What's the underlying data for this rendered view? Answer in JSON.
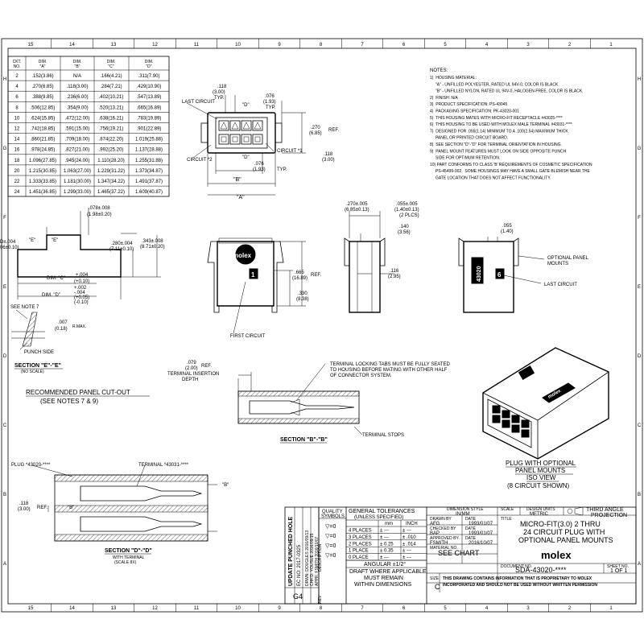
{
  "border": {
    "top_zones": [
      "15",
      "14",
      "13",
      "12",
      "11",
      "10",
      "9",
      "8",
      "7",
      "6",
      "5",
      "4",
      "3",
      "2",
      "1"
    ],
    "bottom_zones": [
      "15",
      "14",
      "13",
      "12",
      "11",
      "10",
      "9",
      "8",
      "7",
      "6",
      "5",
      "4",
      "3",
      "2",
      "1"
    ],
    "right_rows": [
      "H",
      "G",
      "F",
      "E",
      "D",
      "C",
      "B",
      "A"
    ],
    "left_rows": [
      "H",
      "G",
      "F",
      "E",
      "D",
      "C",
      "B",
      "A"
    ]
  },
  "ckt_table": {
    "headers": [
      "CKT. NO.",
      "DIM. \"A\"",
      "DIM. \"B\"",
      "DIM. \"C\"",
      "DIM. \"D\""
    ],
    "rows": [
      [
        "2",
        ".152(3.86)",
        "N/A",
        ".166(4.21)",
        ".311(7.90)"
      ],
      [
        "4",
        ".270(6.85)",
        ".118(3.00)",
        ".284(7.21)",
        ".429(10.90)"
      ],
      [
        "6",
        ".388(9.85)",
        ".236(6.00)",
        ".402(10.21)",
        ".547(13.89)"
      ],
      [
        "8",
        ".506(12.85)",
        ".354(9.00)",
        ".520(13.21)",
        ".665(16.89)"
      ],
      [
        "10",
        ".624(15.85)",
        ".472(12.00)",
        ".638(16.21)",
        ".783(19.89)"
      ],
      [
        "12",
        ".742(18.85)",
        ".591(15.00)",
        ".756(19.21)",
        ".901(22.89)"
      ],
      [
        "14",
        ".860(21.85)",
        ".709(18.00)",
        ".874(22.20)",
        "1.019(25.88)"
      ],
      [
        "16",
        ".978(24.85)",
        ".827(21.00)",
        ".992(25.20)",
        "1.137(28.88)"
      ],
      [
        "18",
        "1.096(27.85)",
        ".945(24.00)",
        "1.110(28.20)",
        "1.255(31.88)"
      ],
      [
        "20",
        "1.215(30.85)",
        "1.063(27.00)",
        "1.229(31.22)",
        "1.373(34.87)"
      ],
      [
        "22",
        "1.333(33.85)",
        "1.181(30.00)",
        "1.347(34.22)",
        "1.491(37.87)"
      ],
      [
        "24",
        "1.451(36.85)",
        "1.299(33.00)",
        "1.465(37.22)",
        "1.609(40.87)"
      ]
    ]
  },
  "notes": {
    "title": "NOTES:",
    "lines": [
      "1)  HOUSING MATERIAL:",
      "     \"A\" - UNFILLED POLYESTER, RATED UL 94V-0, COLOR IS BLACK.",
      "     \"B\" - UNFILLED NYLON, RATED UL 94V-0, HALOGEN-FREE, COLOR IS BLACK.",
      "2)  FINISH: N/A",
      "3)  PRODUCT SPECIFICATION: PS-43045",
      "4)  PACKAGING SPECIFICATION: PK-43020-001",
      "5)  THIS HOUSING MATES WITH MICRO-FIT RECEPTACLE #43025-****",
      "6)  THIS HOUSING TO BE USED WITH MOLEX MALE TERMINAL #43031-****",
      "7)  DESIGNED FOR .055(1.14) MINIMUM TO A .100(2.54) MAXIMUM THICK",
      "     PANEL OR PRINTED CIRCUIT BOARD.",
      "8)  SEE SECTION \"D\"-\"D\" FOR TERMINAL ORIENTATION IN HOUSING.",
      "9)  PANEL MOUNT FEATURES MUST LOOK ON SIDE OPPOSITE PUNCH",
      "     SIDE FOR OPTIMUM RETENTION.",
      "10) PART CONFORMS TO CLASS 'B' REQUIREMENTS OF COSMETIC SPECIFICATION",
      "     PS-45499-002.  SOME HOUSINGS MAY HAVE A SMALL GATE BLEMISH NEAR THE",
      "     GATE LOCATION THAT DOES NOT AFFECT FUNCTIONALITY."
    ]
  },
  "top_view": {
    "dim_118_top": ".118",
    "dim_118_top_mm": "(3.00)",
    "typ": "TYP.",
    "last_circuit": "LAST CIRCUIT",
    "label_d": "\"D\"",
    "dim_076": ".076",
    "dim_076_mm": "(1.93)",
    "dim_270": ".270",
    "dim_270_mm": "(6.85)",
    "ref": "REF.",
    "circuit_2": "CIRCUIT *2",
    "circuit_1": "CIRCUIT *1",
    "dim_118_r": ".118",
    "dim_118_r_mm": "(3.00)",
    "dim_076b": ".076",
    "dim_076b_mm": "(1.93)",
    "typ2": "TYP.",
    "label_b": "\"B\"",
    "label_a": "\"A\""
  },
  "panel_cutout": {
    "dim_078": ".078±.008",
    "dim_078_mm": "(1.98±0.20)",
    "dim_left": "D±.004",
    "dim_left_mm": "06±0.10)",
    "label_e1": "\"E\"",
    "label_e2": "\"E\"",
    "dim_280": ".280±.004",
    "dim_280_mm": "(7.11±0.10)",
    "dim_343": ".343±.008",
    "dim_343_mm": "(8.71±0.20)",
    "dim_c": "DIM. \"C\" ",
    "dim_c_tol": "+.004",
    "dim_c_tol_mm": "(+0.10)",
    "dim_d": "DIM. \"D\" ",
    "dim_d_tol1": "+.002",
    "dim_d_tol2": "-.004",
    "dim_d_tol3": "(+0.05)",
    "dim_d_tol4": "(-0.10)",
    "see_note_7": "SEE NOTE 7",
    "dim_007": ".007",
    "dim_007_mm": "(0.18)",
    "rmax": "R.MAX.",
    "punch_side": "PUNCH SIDE",
    "section_ee": "SECTION \"E\"-\"E\"",
    "section_ee_scale": "(NO SCALE)",
    "cutout_title": "RECOMMENDED PANEL CUT-OUT",
    "cutout_sub": "(SEE NOTES 7 & 9)"
  },
  "front_view": {
    "dim_270": ".270±.005",
    "dim_270_mm": "(6.85±0.13)",
    "dim_665": ".665",
    "dim_665_mm": "(16.89)",
    "ref": "REF.",
    "dim_330": ".330",
    "dim_330_mm": "(8.38)",
    "brand": "molex",
    "circuit_num": "1",
    "first_circuit": "FIRST CIRCUIT"
  },
  "side_view": {
    "dim_055": ".055±.005",
    "dim_055_mm": "(1.40±0.13)",
    "plcs": "(2 PLCS)",
    "dim_140": ".140",
    "dim_140_mm": "(3.56)",
    "dim_116": ".116",
    "dim_116_mm": "(2.95)"
  },
  "back_view": {
    "dim_055": ".055",
    "dim_055_mm": "(1.40)",
    "part_text": "43020",
    "circuit_num": "6",
    "optional_panel": "OPTIONAL PANEL",
    "mounts": "MOUNTS",
    "last_circuit": "LAST CIRCUIT"
  },
  "section_bb": {
    "dim_079": ".079",
    "dim_079_mm": "(2.00)",
    "ref": "REF.",
    "insertion": "TERMINAL INSERTION",
    "depth": "DEPTH",
    "note_l1": "TERMINAL LOCKING TABS MUST BE FULLY SEATED",
    "note_l2": "TO HOUSING BEFORE MATING WITH OTHER HALF",
    "note_l3": "OF CONNECTOR SYSTEM.",
    "terminal_stops": "TERMINAL STOPS",
    "title": "SECTION \"B\"-\"B\""
  },
  "iso_view": {
    "title_l1": "PLUG WITH OPTIONAL",
    "title_l2": "PANEL MOUNTS",
    "title_l3": "ISO VIEW",
    "title_l4": "(8 CIRCUIT SHOWN)",
    "brand": "molex"
  },
  "section_dd": {
    "plug": "PLUG *43020-****",
    "terminal": "TERMINAL *43031-****",
    "dim_118": ".118",
    "dim_118_mm": "(3.00)",
    "ref": "REF.",
    "label_b1": "\"B\"",
    "label_b2": "\"B\"",
    "title": "SECTION \"D\"-\"D\"",
    "sub1": "WITH TERMINAL",
    "sub2": "(SCALE 8X)"
  },
  "revision": {
    "block_title": "UPDATE PUNCHED HOLE",
    "ec_line": "EC NO: 2017-0325",
    "drwn": "DRWN: DOUGLES  2016/09/13",
    "chkd": "CHK'D: YOUSUE  2016/09/15",
    "appr": "APPR: FSMITH   2016/10/07",
    "rev": "G4",
    "rev_label": "REV",
    "desc_label": "DESCRIPTION"
  },
  "title_block": {
    "quality": "QUALITY",
    "symbols": "SYMBOLS",
    "tol_title": "GENERAL TOLERANCES",
    "tol_sub": "(UNLESS SPECIFIED)",
    "mm": "mm",
    "inch": "INCH",
    "tol_rows": [
      [
        "4 PLACES",
        "± ---",
        "± ---"
      ],
      [
        "3 PLACES",
        "± ---",
        "± .010"
      ],
      [
        "2 PLACES",
        "± 0.25",
        "± .014"
      ],
      [
        "1 PLACE",
        "± 0.35",
        "± ---"
      ],
      [
        "0 PLACE",
        "± ---",
        "± ---"
      ]
    ],
    "symbol_rows": [
      "▽=0",
      "▽=0",
      "▽=0",
      "▽=0"
    ],
    "angular": "ANGULAR ±1/2°",
    "draft1": "DRAFT WHERE APPLICABLE",
    "draft2": "MUST REMAIN",
    "draft3": "WITHIN DIMENSIONS",
    "dim_style_label": "DIMENSION STYLE",
    "dim_style": "IN/MM",
    "scale_label": "SCALE",
    "design_units_label": "DESIGN UNITS",
    "design_units": "METRIC",
    "projection": "THIRD ANGLE",
    "projection2": "PROJECTION",
    "drawn_by": "DRAWN BY",
    "date_label": "DATE",
    "drawn_name": "AFG",
    "drawn_date": "1993/01/07",
    "checked_by": "CHECKED BY",
    "checked_name": "BAP",
    "checked_date": "1993/01/07",
    "approved_by": "APPROVED BY",
    "approved_name": "FSMITH",
    "approved_date": "2016/10/07",
    "material_label": "MATERIAL NO.",
    "material": "SEE CHART",
    "title_label": "TITLE",
    "title_l1": "MICRO-FIT(3.0) 2 THRU",
    "title_l2": "24 CIRCUIT PLUG WITH",
    "title_l3": "OPTIONAL PANEL MOUNTS",
    "brand": "molex",
    "doc_label": "DOCUMENT NO.",
    "doc_no": "SDA-43020-****",
    "sheet_label": "SHEET NO.",
    "sheet": "1 OF 1",
    "size_label": "SIZE",
    "size": "C",
    "prop1": "THIS DRAWING CONTAINS INFORMATION THAT IS PROPRIETARY TO MOLEX",
    "prop2": "INCORPORATED AND SHOULD NOT BE USED WITHOUT WRITTEN PERMISSION"
  }
}
